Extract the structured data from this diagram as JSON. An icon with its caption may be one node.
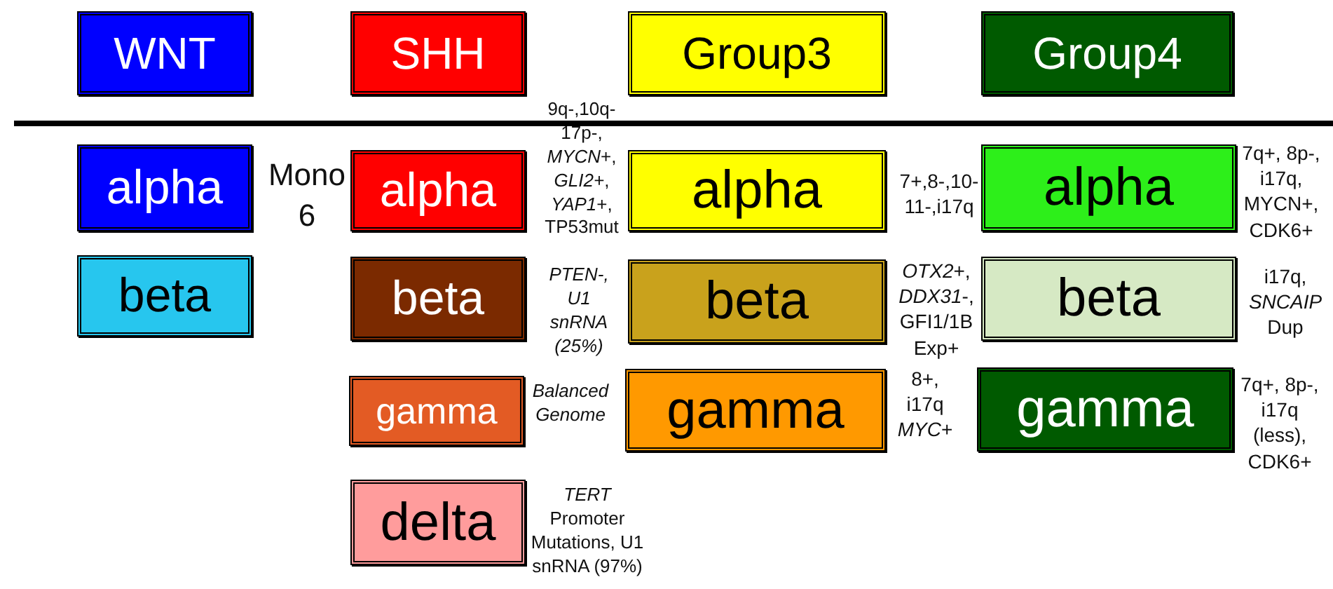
{
  "diagram": {
    "nodes": [
      {
        "text": [
          "WNT"
        ]
      },
      {
        "text": [
          "SHH"
        ]
      },
      {
        "text": [
          "Group3"
        ]
      },
      {
        "text": [
          "Group4"
        ]
      },
      {
        "text": [
          "alpha"
        ],
        "beside": [
          "Mono 6"
        ]
      },
      {
        "text": [
          "beta"
        ]
      },
      {
        "text": [
          "alpha"
        ],
        "beside": [
          "9q-,10q- 17p-, *MYCN*+, *GLI2+*, *YAP1*+, TP53mut"
        ]
      },
      {
        "text": [
          "beta"
        ],
        "beside": [
          "PTEN-, U1 snRNA (25%)"
        ]
      },
      {
        "text": [
          "gamma"
        ],
        "beside": [
          "Balanced Genome"
        ]
      },
      {
        "text": [
          "delta"
        ],
        "beside": [
          "*TERT* Promoter Mutations, U1 snRNA (97%)"
        ]
      },
      {
        "text": [
          "alpha"
        ],
        "beside": [
          "7+,8-,10- 11-,i17q"
        ]
      },
      {
        "text": [
          "beta"
        ],
        "beside": [
          "*OTX2*+, *DDX31*-, GFI1/1B Exp+"
        ]
      },
      {
        "text": [
          "gamma"
        ],
        "beside": [
          "8+, i17q *MYC*+"
        ]
      },
      {
        "text": [
          "alpha"
        ],
        "beside": [
          "7q+, 8p-, i17q, MYCN+, CDK6+"
        ]
      },
      {
        "text": [
          "beta"
        ],
        "beside": [
          "i17q, *SNCAIP* Dup"
        ]
      },
      {
        "text": [
          "gamma"
        ],
        "beside": [
          "7q+, 8p-, i17q (less), CDK6+"
        ]
      }
    ]
  }
}
